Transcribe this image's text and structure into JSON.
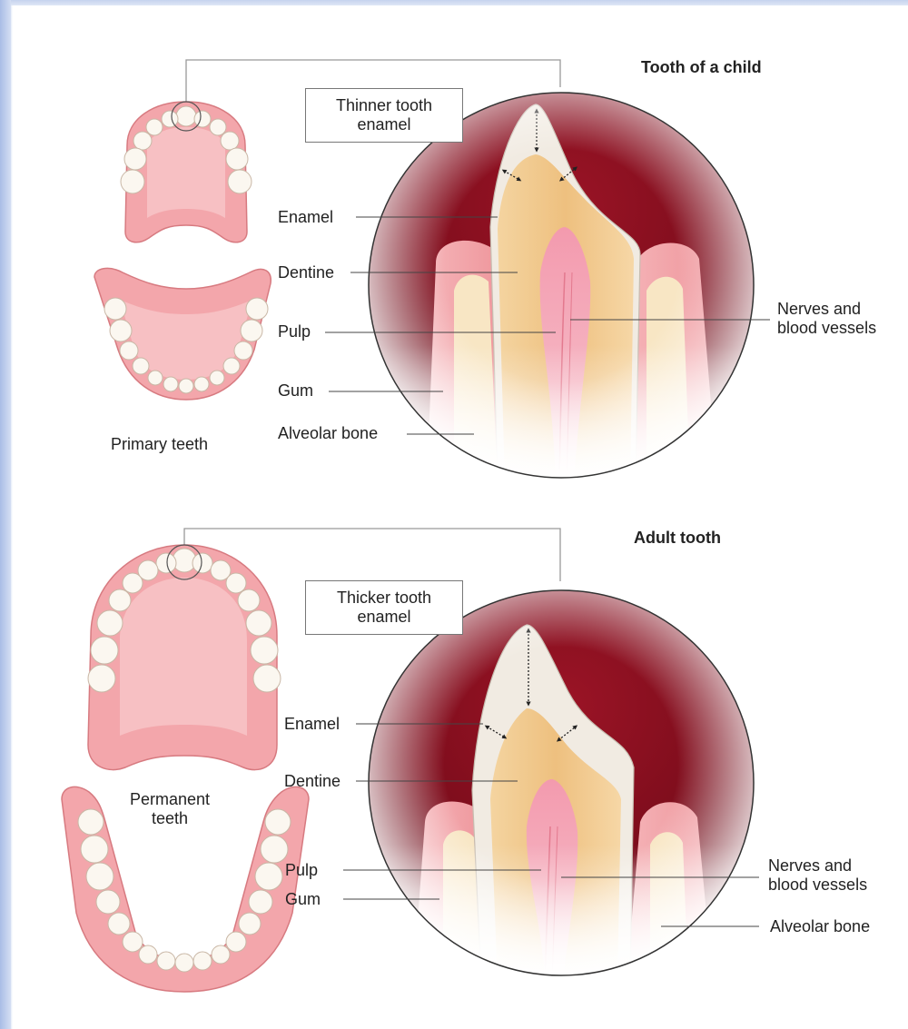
{
  "child": {
    "title": "Tooth of a child",
    "callout": "Thinner tooth\nenamel",
    "jaw_caption": "Primary teeth",
    "labels": {
      "enamel": "Enamel",
      "dentine": "Dentine",
      "pulp": "Pulp",
      "gum": "Gum",
      "alveolar_bone": "Alveolar bone",
      "nerves": "Nerves and\nblood vessels"
    }
  },
  "adult": {
    "title": "Adult tooth",
    "callout": "Thicker tooth\nenamel",
    "jaw_caption": "Permanent\nteeth",
    "labels": {
      "enamel": "Enamel",
      "dentine": "Dentine",
      "pulp": "Pulp",
      "gum": "Gum",
      "nerves": "Nerves and\nblood vessels",
      "alveolar_bone": "Alveolar bone"
    }
  },
  "colors": {
    "gum_pink": "#f2a7a9",
    "gum_dark": "#d86a70",
    "enamel": "#f1ebe2",
    "dentine": "#f0c98f",
    "pulp": "#f4a9b6",
    "background_red": "#8a1020",
    "bone": "#f8e8c8"
  }
}
